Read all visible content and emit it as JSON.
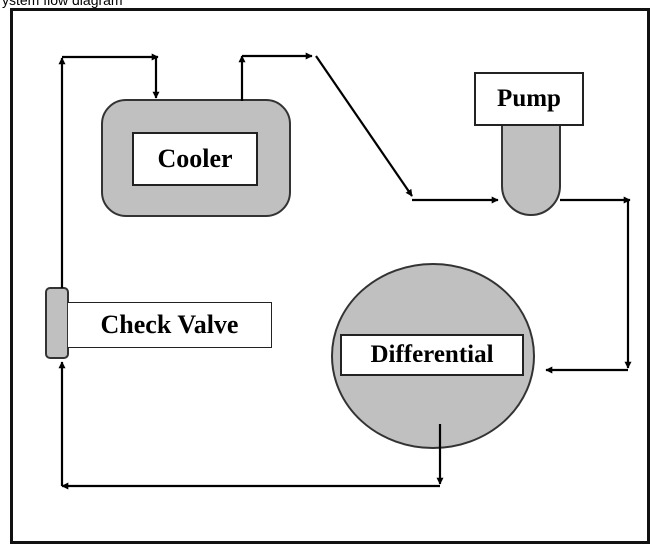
{
  "caption": "ystem flow diagram",
  "diagram": {
    "components": {
      "cooler": "Cooler",
      "pump": "Pump",
      "check_valve": "Check Valve",
      "differential": "Differential"
    },
    "colors": {
      "component_fill": "#c0c0c0",
      "line": "#000000",
      "frame": "#111111"
    }
  }
}
